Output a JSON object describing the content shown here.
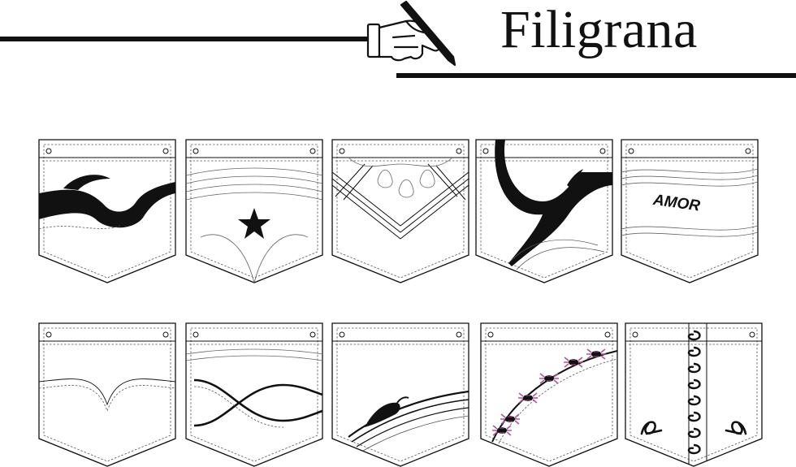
{
  "header": {
    "brand_name": "Filigrana",
    "logo_icon": "hand-writing-with-pen-icon"
  },
  "pockets_row_1": [
    {
      "id": "tribal-wave",
      "motif": "black-tribal-wave"
    },
    {
      "id": "star",
      "motif": "black-star"
    },
    {
      "id": "chevron-drops",
      "motif": "chevron-lines-with-drops"
    },
    {
      "id": "tribal-hook",
      "motif": "black-tribal-hook"
    },
    {
      "id": "amor",
      "motif": "lettering",
      "text": "AMOR"
    }
  ],
  "pockets_row_2": [
    {
      "id": "pointed-seam",
      "motif": "pointed-stitch-line"
    },
    {
      "id": "crossing-waves",
      "motif": "crossing-wave-lines"
    },
    {
      "id": "chili",
      "motif": "chili-pepper-with-swooshes"
    },
    {
      "id": "spiders",
      "motif": "spider-embroidery"
    },
    {
      "id": "filigree-stripe",
      "motif": "filigree-ornament-stripe"
    }
  ],
  "colors": {
    "ink": "#111111",
    "stitch": "#555555",
    "embroidery_accent": "#b0559a"
  }
}
